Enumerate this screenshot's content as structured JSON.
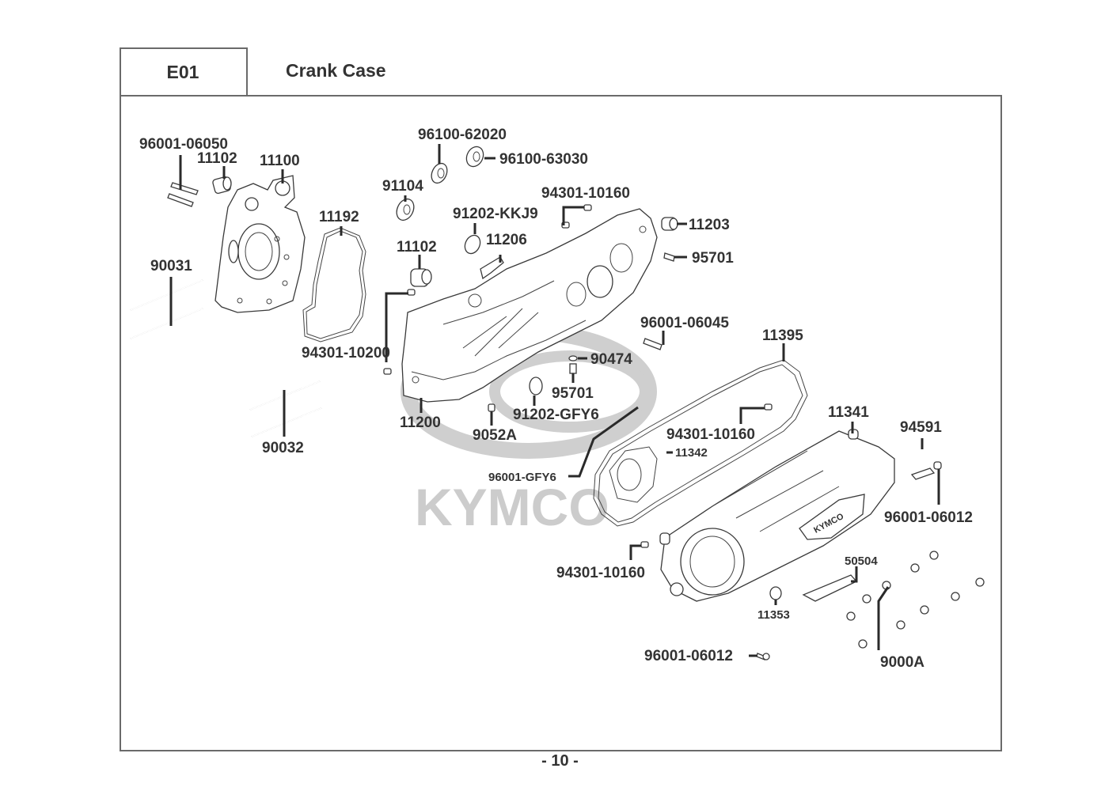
{
  "header": {
    "section_code": "E01",
    "section_title": "Crank Case"
  },
  "footer": {
    "page_number": "- 10 -"
  },
  "watermark": {
    "brand": "KYMCO"
  },
  "diagram": {
    "cover_logo_text": "KYMCO",
    "callouts": [
      {
        "id": "c1",
        "part_no": "96001-06050"
      },
      {
        "id": "c2",
        "part_no": "11102"
      },
      {
        "id": "c3",
        "part_no": "11100"
      },
      {
        "id": "c4",
        "part_no": "11192"
      },
      {
        "id": "c5",
        "part_no": "90031"
      },
      {
        "id": "c6",
        "part_no": "94301-10200"
      },
      {
        "id": "c7",
        "part_no": "90032"
      },
      {
        "id": "c8",
        "part_no": "96100-62020"
      },
      {
        "id": "c9",
        "part_no": "96100-63030"
      },
      {
        "id": "c10",
        "part_no": "91104"
      },
      {
        "id": "c11",
        "part_no": "91202-KKJ9"
      },
      {
        "id": "c12",
        "part_no": "94301-10160"
      },
      {
        "id": "c13",
        "part_no": "11206"
      },
      {
        "id": "c14",
        "part_no": "11102"
      },
      {
        "id": "c15",
        "part_no": "11203"
      },
      {
        "id": "c16",
        "part_no": "95701"
      },
      {
        "id": "c17",
        "part_no": "96001-06045"
      },
      {
        "id": "c18",
        "part_no": "11395"
      },
      {
        "id": "c19",
        "part_no": "90474"
      },
      {
        "id": "c20",
        "part_no": "95701"
      },
      {
        "id": "c21",
        "part_no": "91202-GFY6"
      },
      {
        "id": "c22",
        "part_no": "11200"
      },
      {
        "id": "c23",
        "part_no": "9052A"
      },
      {
        "id": "c24",
        "part_no": "94301-10160"
      },
      {
        "id": "c25",
        "part_no": "11342"
      },
      {
        "id": "c26",
        "part_no": "96001-GFY6"
      },
      {
        "id": "c27",
        "part_no": "11341"
      },
      {
        "id": "c28",
        "part_no": "94591"
      },
      {
        "id": "c29",
        "part_no": "96001-06012"
      },
      {
        "id": "c30",
        "part_no": "94301-10160"
      },
      {
        "id": "c31",
        "part_no": "50504"
      },
      {
        "id": "c32",
        "part_no": "11353"
      },
      {
        "id": "c33",
        "part_no": "96001-06012"
      },
      {
        "id": "c34",
        "part_no": "9000A"
      }
    ]
  }
}
